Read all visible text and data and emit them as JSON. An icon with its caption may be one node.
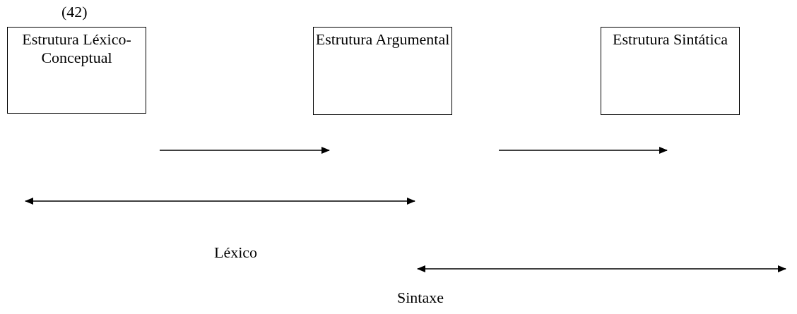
{
  "diagram": {
    "nodes": [
      {
        "text": [
          "Estrutura Léxico-Conceptual"
        ]
      },
      {
        "text": [
          "Estrutura Argumental"
        ]
      },
      {
        "text": [
          "Estrutura Sintática"
        ]
      }
    ],
    "labels": [
      "(42)",
      "Léxico",
      "Sintaxe"
    ]
  }
}
